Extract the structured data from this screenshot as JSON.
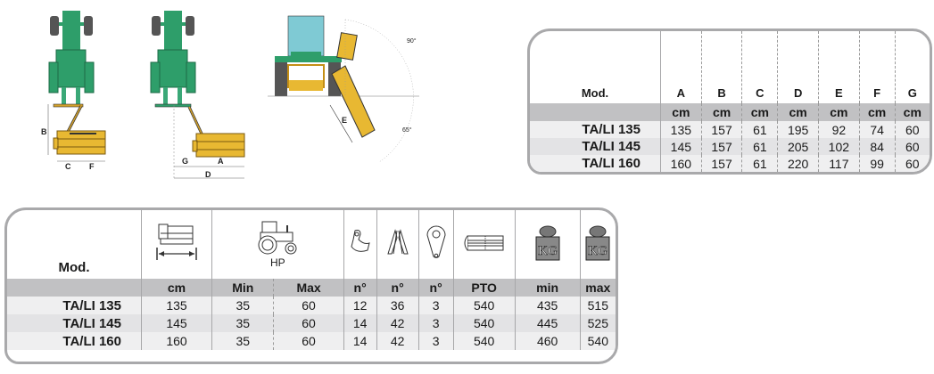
{
  "diagrams": {
    "top_view_1_labels": [
      "B",
      "C",
      "F"
    ],
    "top_view_2_labels": [
      "G",
      "A",
      "D"
    ],
    "rear_view_labels": [
      "E"
    ],
    "angle_up": "90°",
    "angle_down": "65°"
  },
  "dimensions_table": {
    "mod_header": "Mod.",
    "columns": [
      "A",
      "B",
      "C",
      "D",
      "E",
      "F",
      "G"
    ],
    "units": [
      "cm",
      "cm",
      "cm",
      "cm",
      "cm",
      "cm",
      "cm"
    ],
    "rows": [
      {
        "model": "TA/LI 135",
        "values": [
          "135",
          "157",
          "61",
          "195",
          "92",
          "74",
          "60"
        ]
      },
      {
        "model": "TA/LI 145",
        "values": [
          "145",
          "157",
          "61",
          "205",
          "102",
          "84",
          "60"
        ]
      },
      {
        "model": "TA/LI 160",
        "values": [
          "160",
          "157",
          "61",
          "220",
          "117",
          "99",
          "60"
        ]
      }
    ]
  },
  "specs_table": {
    "mod_header": "Mod.",
    "icons": [
      "mower-width-icon",
      "tractor-hp-icon",
      "hammer-blade-icon",
      "y-blade-icon",
      "belt-link-icon",
      "pto-shaft-icon",
      "weight-kg-icon",
      "weight-kg-icon"
    ],
    "hp_label": "HP",
    "kg_label": "KG",
    "units": [
      "cm",
      "Min",
      "Max",
      "n°",
      "n°",
      "n°",
      "PTO",
      "min",
      "max"
    ],
    "rows": [
      {
        "model": "TA/LI 135",
        "values": [
          "135",
          "35",
          "60",
          "12",
          "36",
          "3",
          "540",
          "435",
          "515"
        ]
      },
      {
        "model": "TA/LI 145",
        "values": [
          "145",
          "35",
          "60",
          "14",
          "42",
          "3",
          "540",
          "445",
          "525"
        ]
      },
      {
        "model": "TA/LI 160",
        "values": [
          "160",
          "35",
          "60",
          "14",
          "42",
          "3",
          "540",
          "460",
          "540"
        ]
      }
    ]
  }
}
